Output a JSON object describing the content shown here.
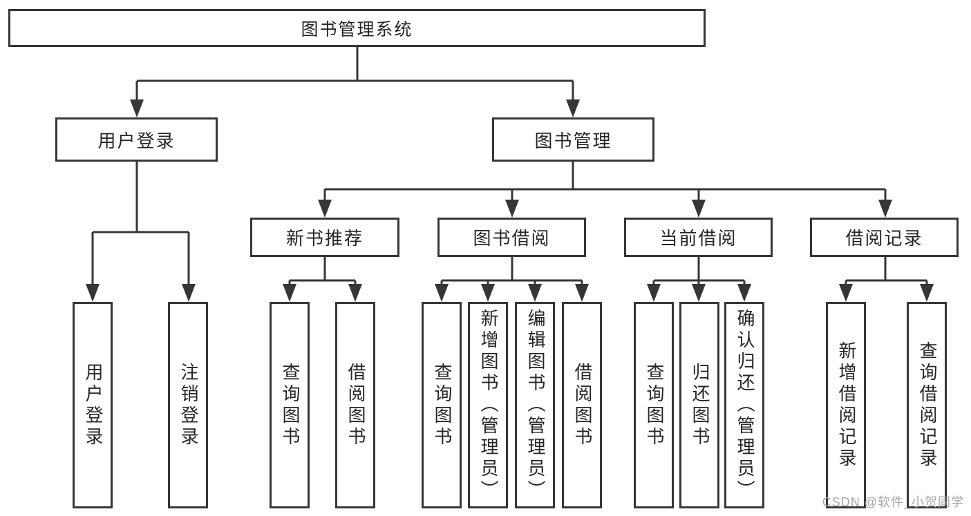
{
  "diagram": {
    "title": "图书管理系统",
    "root": {
      "label": "图书管理系统"
    },
    "level2": [
      {
        "label": "用户登录"
      },
      {
        "label": "图书管理"
      }
    ],
    "level3": [
      {
        "label": "新书推荐",
        "parent": "图书管理"
      },
      {
        "label": "图书借阅",
        "parent": "图书管理"
      },
      {
        "label": "当前借阅",
        "parent": "图书管理"
      },
      {
        "label": "借阅记录",
        "parent": "图书管理"
      }
    ],
    "leaves": [
      {
        "label": "用户登录",
        "parent": "用户登录"
      },
      {
        "label": "注销登录",
        "parent": "用户登录"
      },
      {
        "label": "查询图书",
        "parent": "新书推荐"
      },
      {
        "label": "借阅图书",
        "parent": "新书推荐"
      },
      {
        "label": "查询图书",
        "parent": "图书借阅"
      },
      {
        "label": "新增图书（管理员）",
        "parent": "图书借阅"
      },
      {
        "label": "编辑图书（管理员）",
        "parent": "图书借阅"
      },
      {
        "label": "借阅图书",
        "parent": "图书借阅"
      },
      {
        "label": "查询图书",
        "parent": "当前借阅"
      },
      {
        "label": "归还图书",
        "parent": "当前借阅"
      },
      {
        "label": "确认归还（管理员）",
        "parent": "当前借阅"
      },
      {
        "label": "新增借阅记录",
        "parent": "借阅记录"
      },
      {
        "label": "查询借阅记录",
        "parent": "借阅记录"
      }
    ]
  },
  "watermark": {
    "text": "CSDN @软件_小贺同学"
  },
  "colors": {
    "line": "#363636",
    "text": "#262626",
    "watermark": "#a8a8a8",
    "background": "#ffffff"
  }
}
